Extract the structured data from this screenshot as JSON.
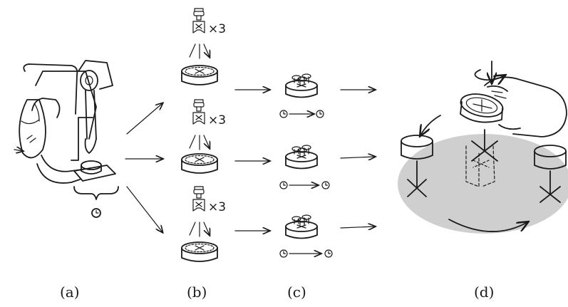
{
  "labels": {
    "a": "(a)",
    "b": "(b)",
    "c": "(c)",
    "d": "(d)"
  },
  "multiplier": "×3",
  "colors": {
    "ink": "#1a1a1a",
    "table": "#cfcfcf",
    "background": "#ffffff"
  },
  "icons": {
    "robot_arm": "robot-arm-pouring-icon",
    "timer": "clock-icon",
    "hand": "hand-rotating-icon"
  }
}
